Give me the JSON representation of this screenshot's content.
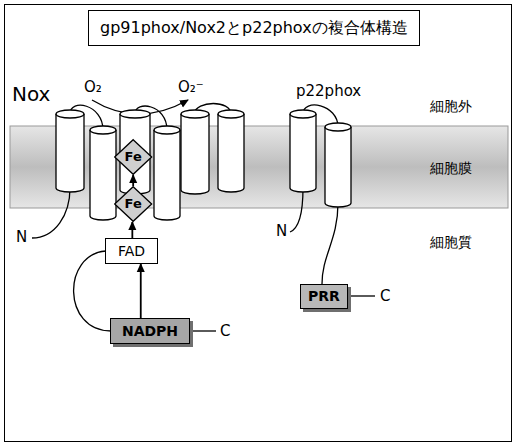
{
  "diagram": {
    "title": "gp91phox/Nox2とp22phoxの複合体構造",
    "nodes": [
      {
        "text": [
          "Fe"
        ]
      },
      {
        "text": [
          "Fe"
        ]
      },
      {
        "text": [
          "FAD"
        ]
      },
      {
        "text": [
          "NADPH"
        ]
      },
      {
        "text": [
          "PRR"
        ]
      }
    ],
    "edges": [
      {
        "from": 3,
        "to": 2,
        "arrow": "to"
      },
      {
        "from": 2,
        "to": 1,
        "arrow": "to"
      },
      {
        "from": 1,
        "to": 0,
        "arrow": "to"
      }
    ],
    "labels": [
      "Nox",
      "O₂",
      "O₂⁻",
      "p22phox",
      "細胞外",
      "細胞膜",
      "細胞質",
      "N",
      "N",
      "C",
      "C"
    ]
  }
}
